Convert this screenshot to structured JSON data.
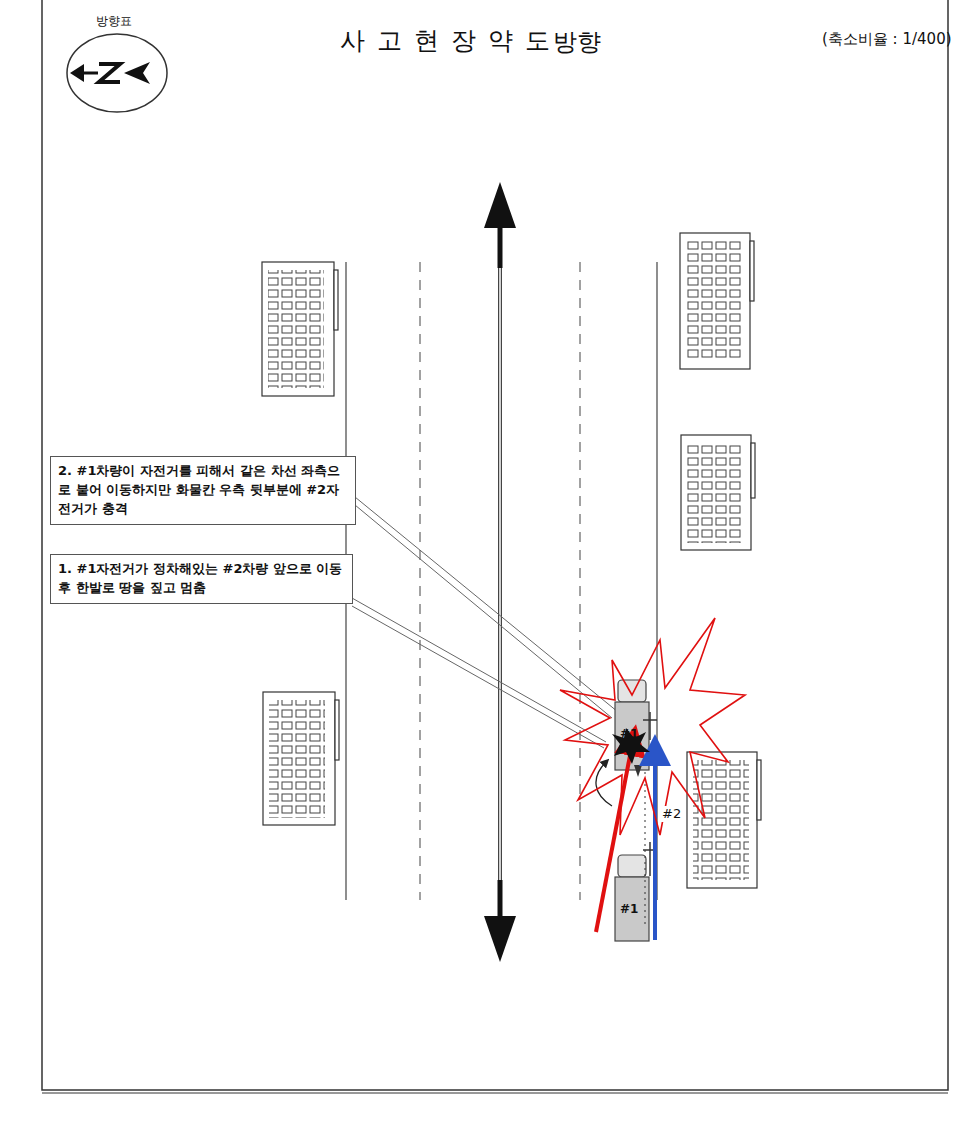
{
  "diagram": {
    "title": "사 고 현 장 약 도",
    "nodes": [
      {
        "text": [
          "2. #1차량이 자전거를 피해서 같은 차선 좌측으로 붙어 이동하지만 화물칸 우측 뒷부분에 #2자전거가 충격"
        ]
      },
      {
        "text": [
          "1. #1자전거가 정차해있는 #2차량 앞으로 이동 후 한발로 땅을 짚고 멈춤"
        ]
      }
    ],
    "labels": [
      "(축소비율 : 1/400)",
      "방향표",
      "방향",
      "#1",
      "#1",
      "#2"
    ]
  }
}
